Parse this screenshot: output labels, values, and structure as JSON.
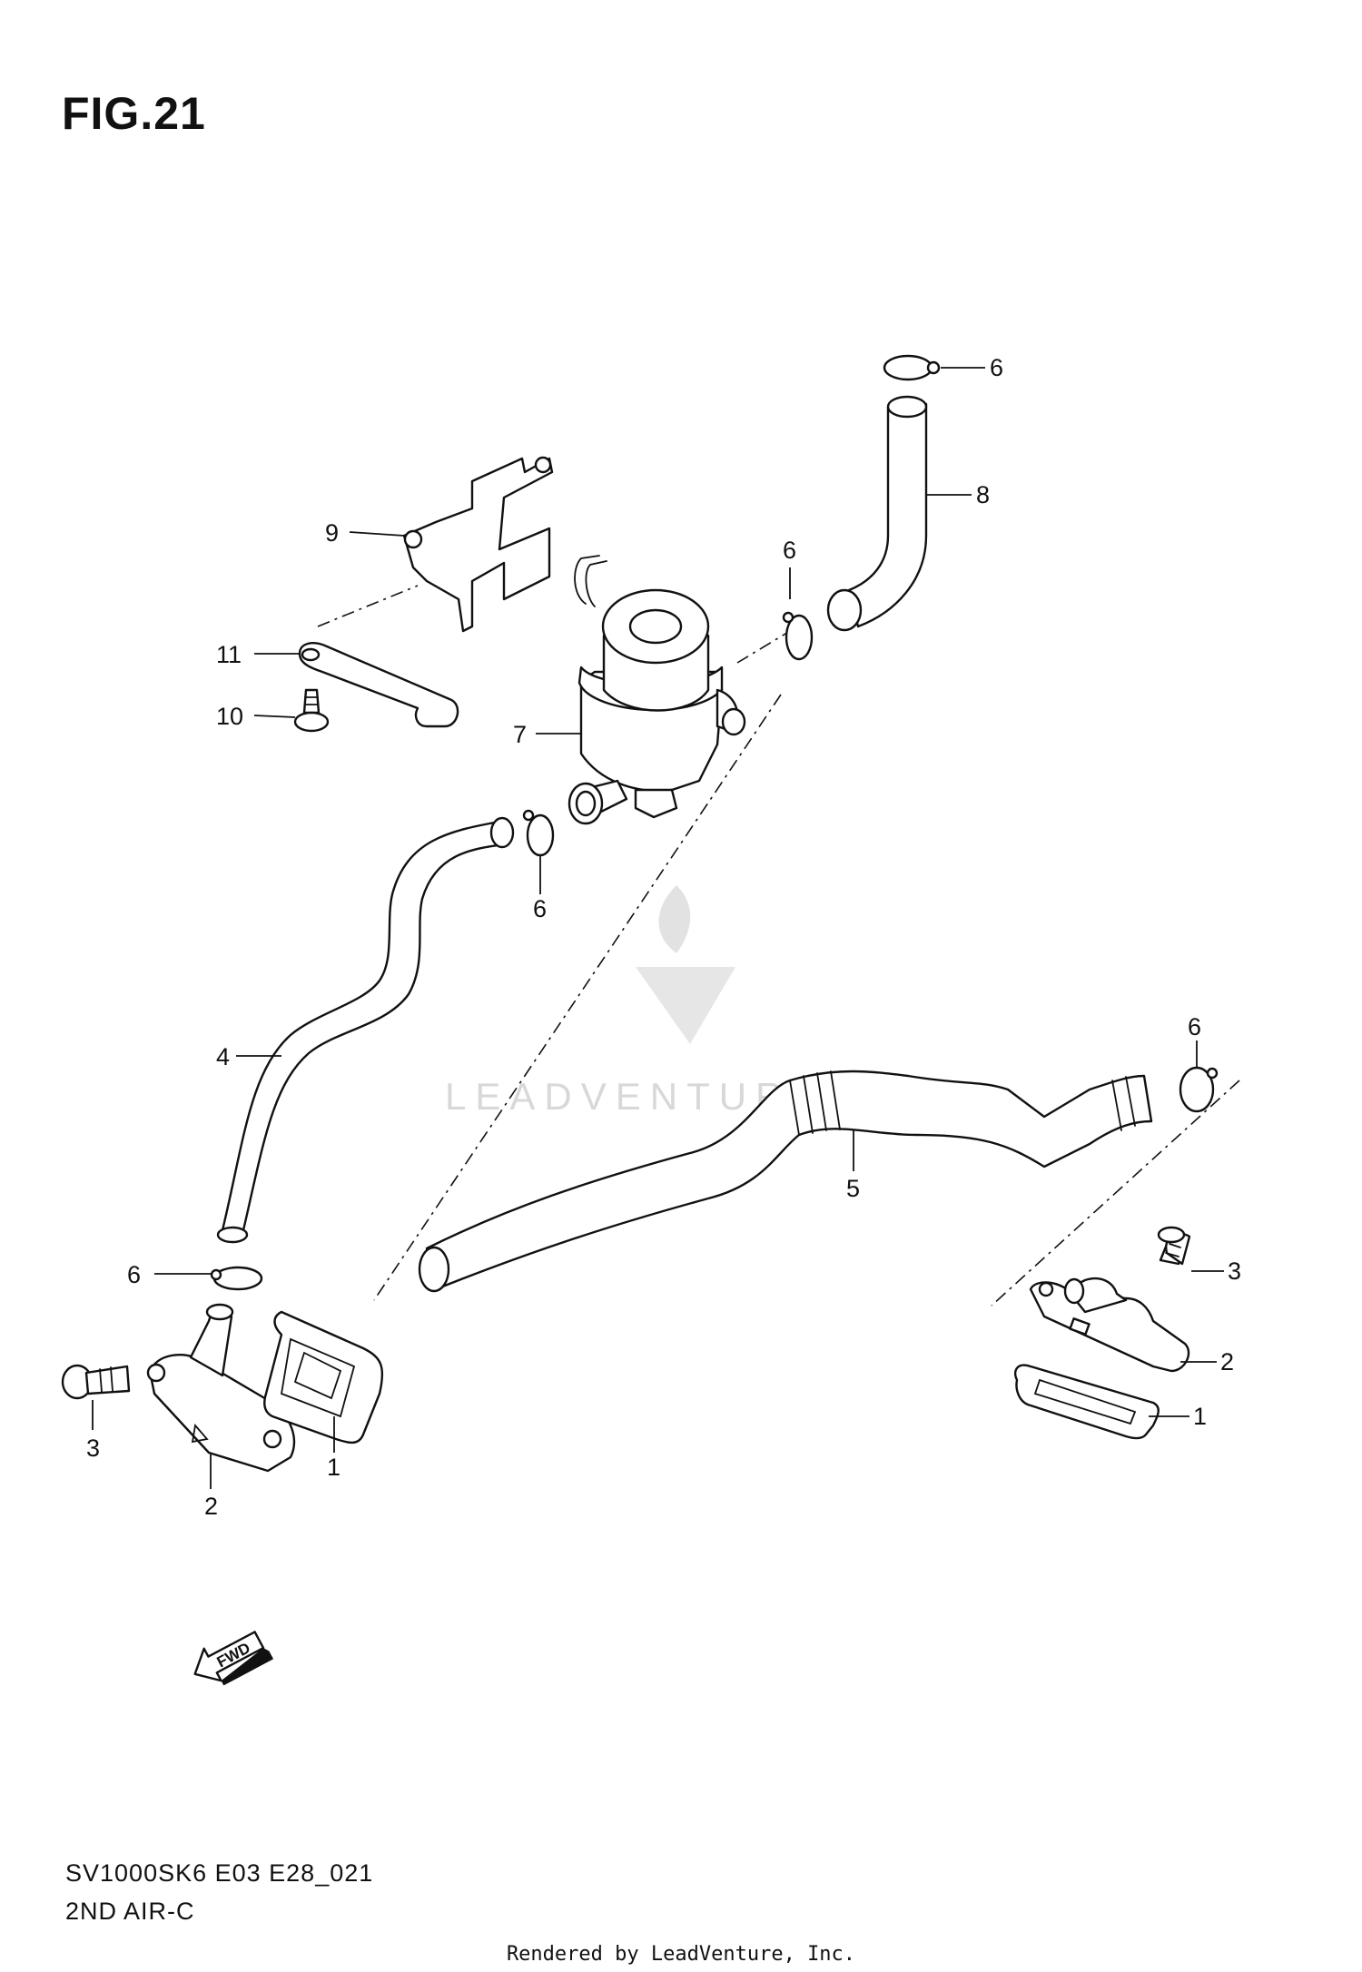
{
  "figure": {
    "title": "FIG.21"
  },
  "callouts": {
    "c6_top": "6",
    "c8": "8",
    "c6_mid": "6",
    "c9": "9",
    "c11": "11",
    "c10": "10",
    "c7": "7",
    "c6_left": "6",
    "c4": "4",
    "c6_right": "6",
    "c5": "5",
    "c6_bottom": "6",
    "c3_left": "3",
    "c2_left": "2",
    "c1_left": "1",
    "c3_right": "3",
    "c2_right": "2",
    "c1_right": "1"
  },
  "fwd_label": "FWD",
  "watermark": {
    "brand": "LEADVENTURE"
  },
  "footer": {
    "model_code": "SV1000SK6 E03 E28_021",
    "section": "2ND AIR-C",
    "rendered_by": "Rendered by LeadVenture, Inc."
  }
}
